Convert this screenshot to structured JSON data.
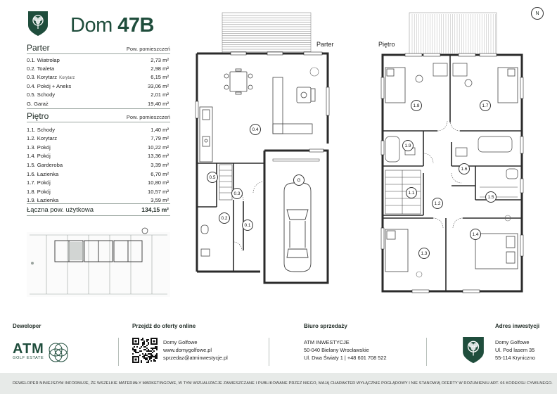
{
  "header": {
    "title_main": "Dom",
    "title_number": "47B",
    "north": "N"
  },
  "parter": {
    "heading": "Parter",
    "col_header": "Pow. pomieszczeń",
    "rooms": [
      {
        "name": "0.1. Wiatrołap",
        "sub": "",
        "area": "2,73 m²"
      },
      {
        "name": "0.2. Toaleta",
        "sub": "",
        "area": "2,98 m²"
      },
      {
        "name": "0.3. Korytarz",
        "sub": "Korytarz",
        "area": "6,15 m²"
      },
      {
        "name": "0.4. Pokój + Aneks",
        "sub": "",
        "area": "33,06 m²"
      },
      {
        "name": "0.5. Schody",
        "sub": "",
        "area": "2,01 m²"
      },
      {
        "name": "G. Garaż",
        "sub": "",
        "area": "19,40 m²"
      }
    ]
  },
  "pietro": {
    "heading": "Piętro",
    "col_header": "Pow. pomieszczeń",
    "rooms": [
      {
        "name": "1.1. Schody",
        "area": "1,40 m²"
      },
      {
        "name": "1.2. Korytarz",
        "area": "7,79 m²"
      },
      {
        "name": "1.3. Pokój",
        "area": "10,22 m²"
      },
      {
        "name": "1.4. Pokój",
        "area": "13,36 m²"
      },
      {
        "name": "1.5. Garderoba",
        "area": "3,39 m²"
      },
      {
        "name": "1.6. Łazienka",
        "area": "6,70 m²"
      },
      {
        "name": "1.7. Pokój",
        "area": "10,80 m²"
      },
      {
        "name": "1.8. Pokój",
        "area": "10,57 m²"
      },
      {
        "name": "1.9. Łazienka",
        "area": "3,59 m²"
      }
    ]
  },
  "total": {
    "label": "Łączna pow. użytkowa",
    "value": "134,15 m²"
  },
  "plans": {
    "ground_label": "Parter",
    "first_label": "Piętro",
    "ground_rooms": [
      "0.5",
      "0.3",
      "0.2",
      "0.1",
      "0.4",
      "G"
    ],
    "first_rooms": [
      "1.8",
      "1.7",
      "1.9",
      "1.6",
      "1.1",
      "1.2",
      "1.5",
      "1.3",
      "1.4"
    ]
  },
  "footer": {
    "developer": {
      "title": "Deweloper",
      "logo_main": "ATM",
      "logo_sub": "GOLF ESTATE"
    },
    "online": {
      "title": "Przejdź do oferty online",
      "name": "Domy Golfowe",
      "url": "www.domygolfowe.pl",
      "email": "sprzedaz@atminwestycje.pl"
    },
    "sales": {
      "title": "Biuro sprzedaży",
      "company": "ATM INWESTYCJE",
      "city": "50-040 Bielany Wrocławskie",
      "street_phone": "Ul. Dwa Światy 1  |  +48 601 708 522"
    },
    "investment": {
      "title": "Adres inwestycji",
      "name": "Domy Golfowe",
      "street": "Ul. Pod lasem 35",
      "city": "55-114 Kryniczno"
    },
    "disclaimer": "DEWELOPER NINIEJSZYM INFORMUJE, ŻE WSZELKIE MATERIAŁY MARKETINGOWE, W TYM WIZUALIZACJE ZAMIESZCZANE I PUBLIKOWANE PRZEZ NIEGO, MAJĄ CHARAKTER WYŁĄCZNIE POGLĄDOWY I NIE STANOWIĄ OFERTY W ROZUMIENIU ART. 66 KODEKSU CYWILNEGO."
  },
  "colors": {
    "brand": "#1f4d3c",
    "ink": "#1e2a24",
    "wall": "#2b2b2b",
    "fixture": "#9aa39e"
  }
}
